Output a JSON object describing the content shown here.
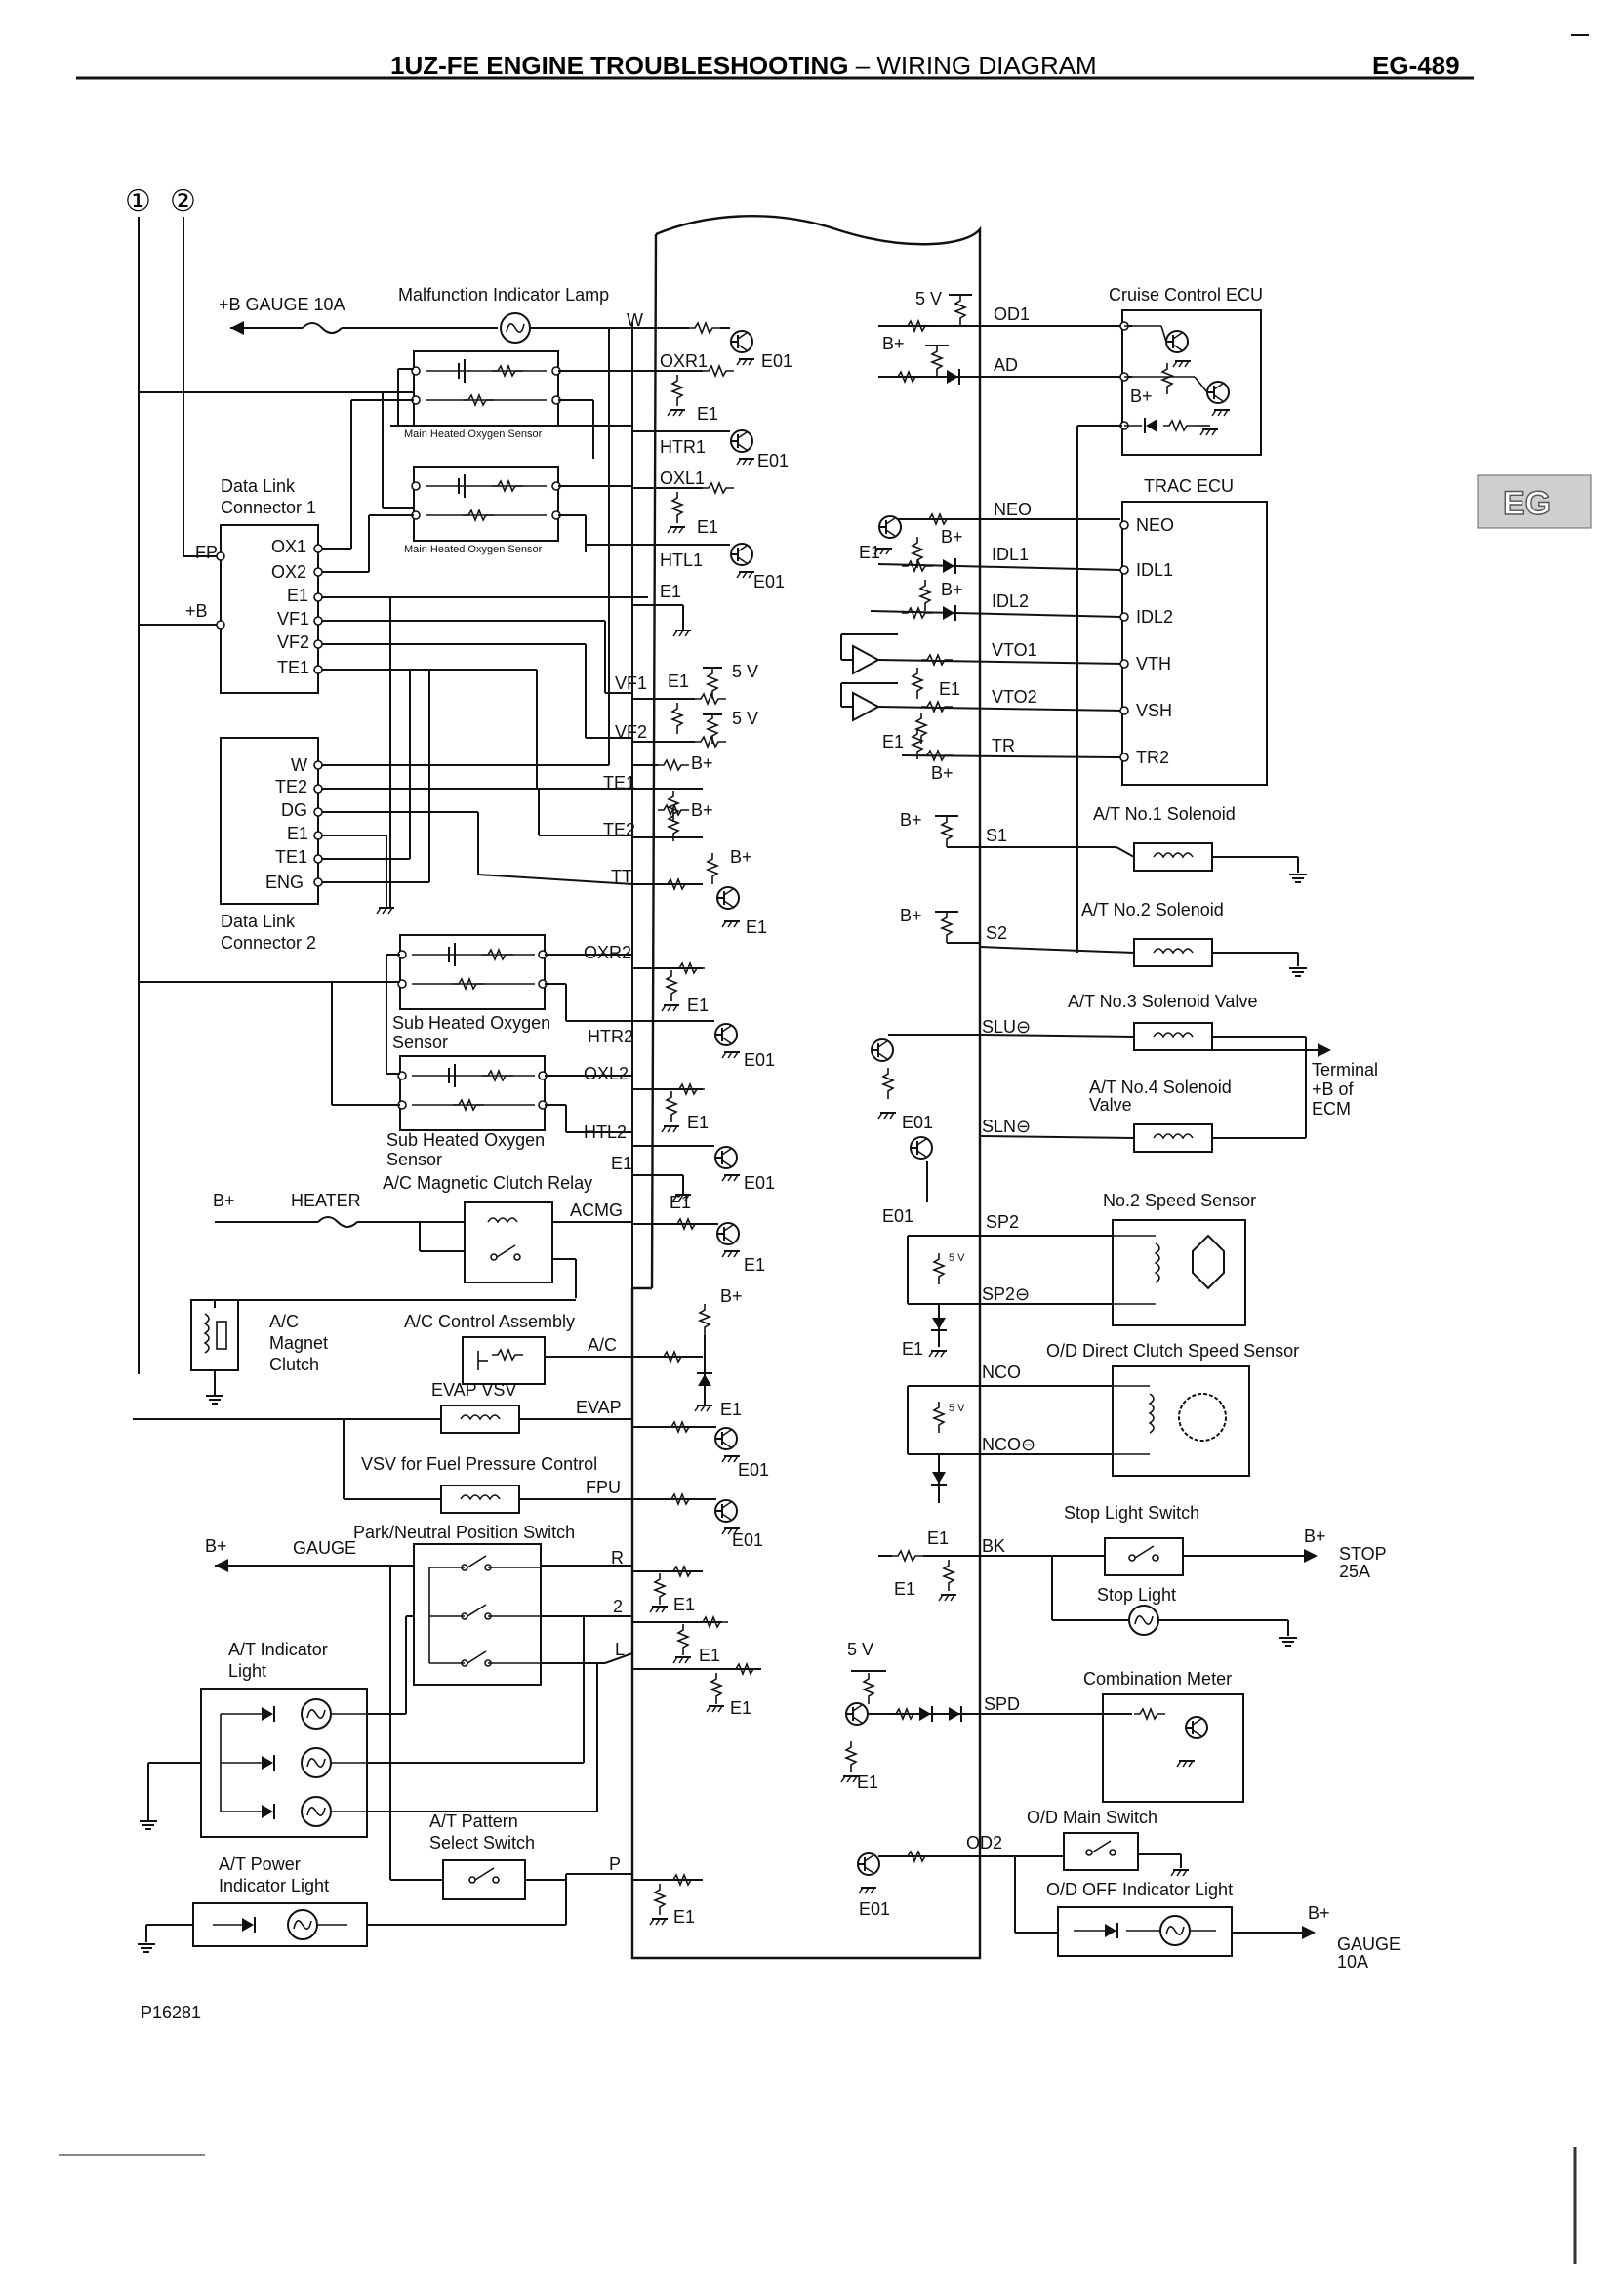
{
  "header": {
    "title_bold": "1UZ-FE ENGINE TROUBLESHOOTING",
    "title_sep": " – ",
    "title_rest": "WIRING DIAGRAM",
    "page": "EG-489",
    "tab": "EG"
  },
  "figure_id": "P16281",
  "markers": {
    "m1": "①",
    "m2": "②"
  },
  "labels": {
    "b_gauge": "+B  GAUGE 10A",
    "mil": "Malfunction Indicator Lamp",
    "w": "W",
    "oxr1": "OXR1",
    "htr1": "HTR1",
    "oxl1": "OXL1",
    "htl1": "HTL1",
    "e01": "E01",
    "e1": "E1",
    "main_ox": "Main Heated Oxygen Sensor",
    "dlc1": "Data Link\nConnector 1",
    "fp": "FP",
    "plus_b": "+B",
    "ox1": "OX1",
    "ox2": "OX2",
    "vf1": "VF1",
    "vf2": "VF2",
    "te1": "TE1",
    "te2": "TE2",
    "dg": "DG",
    "eng": "ENG",
    "tt": "TT",
    "dlc2": "Data Link\nConnector 2",
    "five_v": "5 V",
    "b_plus": "B+",
    "oxr2": "OXR2",
    "htr2": "HTR2",
    "oxl2": "OXL2",
    "htl2": "HTL2",
    "sub_ox": "Sub Heated Oxygen\nSensor",
    "heater": "HEATER",
    "ac_relay": "A/C Magnetic Clutch Relay",
    "acmg": "ACMG",
    "ac_clutch": "A/C\nMagnet\nClutch",
    "ac_ctrl": "A/C Control Assembly",
    "ac": "A/C",
    "evap_vsv": "EVAP VSV",
    "evap": "EVAP",
    "vsv_fpc": "VSV for Fuel Pressure Control",
    "fpu": "FPU",
    "pnp": "Park/Neutral Position Switch",
    "gauge": "GAUGE",
    "r": "R",
    "two": "2",
    "l": "L",
    "p": "P",
    "at_ind": "A/T Indicator\nLight",
    "at_pattern": "A/T Pattern\nSelect Switch",
    "at_power": "A/T Power\nIndicator Light",
    "od1": "OD1",
    "ad": "AD",
    "cruise": "Cruise Control ECU",
    "trac": "TRAC ECU",
    "neo": "NEO",
    "idl1": "IDL1",
    "idl2": "IDL2",
    "vto1": "VTO1",
    "vto2": "VTO2",
    "tr": "TR",
    "vth": "VTH",
    "vsh": "VSH",
    "tr2": "TR2",
    "s1": "S1",
    "s2": "S2",
    "sol1": "A/T No.1 Solenoid",
    "sol2": "A/T  No.2 Solenoid",
    "slu": "SLU",
    "sol3": "A/T No.3 Solenoid Valve",
    "sln": "SLN",
    "sol4": "A/T No.4 Solenoid\nValve",
    "terminal": "Terminal\n+B of\nECM",
    "sp2": "SP2",
    "speed2": "No.2 Speed Sensor",
    "nco": "NCO",
    "odspeed": "O/D Direct Clutch Speed Sensor",
    "bk": "BK",
    "stop_sw": "Stop Light Switch",
    "stop_light": "Stop Light",
    "stop25": "STOP\n25A",
    "spd": "SPD",
    "combo": "Combination Meter",
    "od2": "OD2",
    "od_main": "O/D Main Switch",
    "od_off": "O/D OFF Indicator Light",
    "gauge10": "GAUGE\n10A",
    "minus": "⊖"
  }
}
